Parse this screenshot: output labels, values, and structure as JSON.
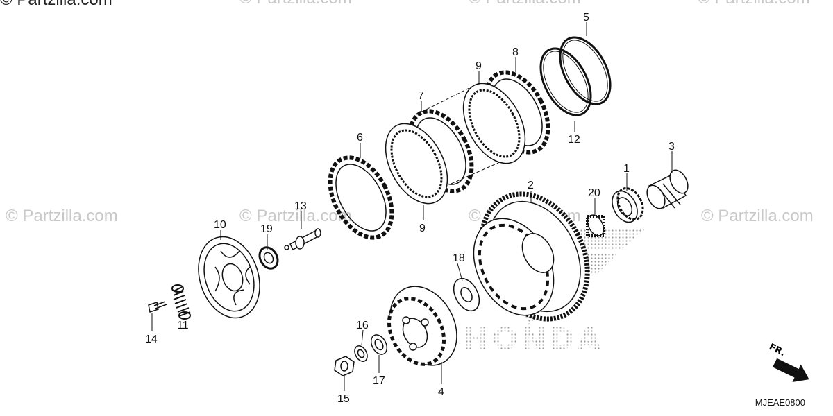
{
  "watermarks": {
    "top_left": "© Partzilla.com",
    "text": "© Partzilla.com"
  },
  "brand_mark": "HONDA",
  "direction_label": "FR.",
  "diagram_code": "MJEAE0800",
  "callouts": {
    "c1": "1",
    "c2": "2",
    "c3": "3",
    "c4": "4",
    "c5": "5",
    "c6": "6",
    "c7": "7",
    "c8": "8",
    "c9a": "9",
    "c9b": "9",
    "c10": "10",
    "c11": "11",
    "c12": "12",
    "c13": "13",
    "c14": "14",
    "c15": "15",
    "c16": "16",
    "c17": "17",
    "c18": "18",
    "c19": "19",
    "c20": "20"
  },
  "colors": {
    "line": "#111111",
    "watermark": "#c8c8c8",
    "halftone": "#9a9a9a"
  }
}
